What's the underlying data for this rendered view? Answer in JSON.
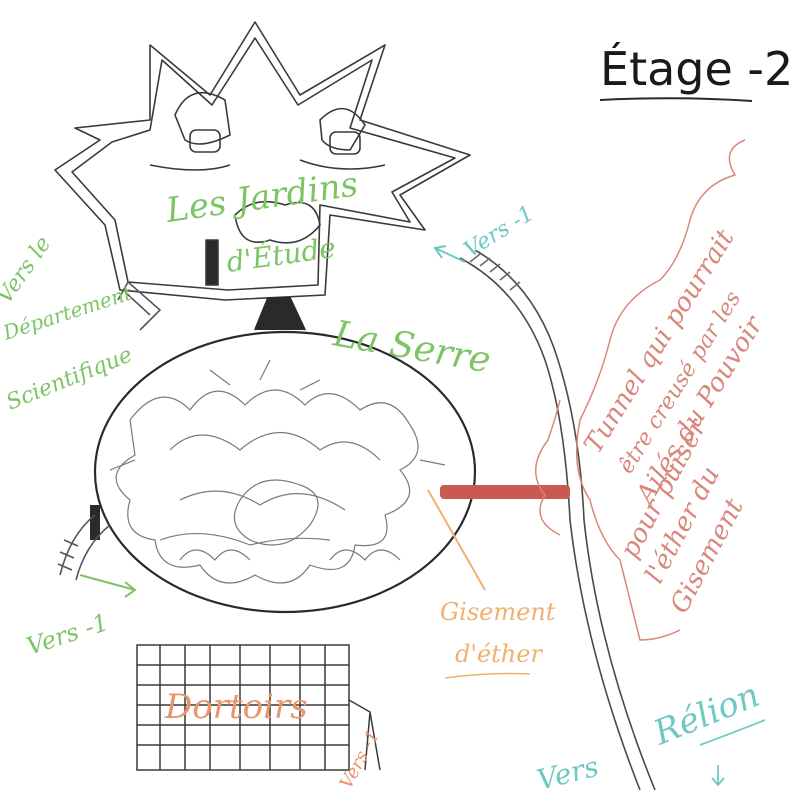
{
  "title": "Étage -2",
  "areas": {
    "gardens": [
      "Les Jardins",
      "d'Étude"
    ],
    "greenhouse": "La Serre",
    "dorms": "Dortoirs",
    "deposit": [
      "Gisement",
      "d'éther"
    ]
  },
  "exits": {
    "science_dept": [
      "Vers le",
      "Département",
      "Scientifique"
    ],
    "down_left": "Vers -1",
    "up_tunnel": "Vers -1",
    "dorms_exit": "Vers -1",
    "relion": [
      "Vers",
      "Rélion"
    ]
  },
  "tunnel_note": [
    "Tunnel qui pourrait",
    "être creusé par les",
    "Ailés du Pouvoir",
    "pour puiser",
    "l'éther du",
    "Gisement"
  ],
  "colors": {
    "sketch": "#3a3a3a",
    "sketch_light": "#8a8a8a",
    "green": "#7dc466",
    "teal": "#6fc9c3",
    "salmon": "#d9877a",
    "orange": "#f0b070",
    "tunnel_red": "#c85a52"
  }
}
